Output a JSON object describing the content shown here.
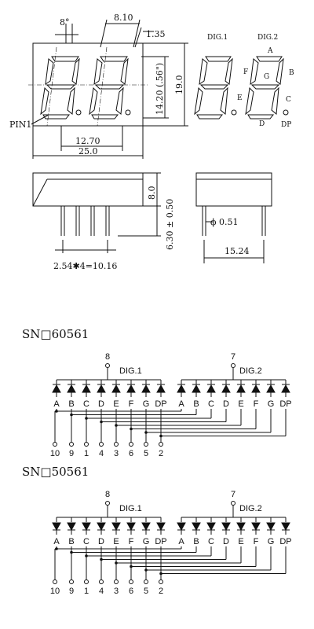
{
  "drawing": {
    "angle": "8°",
    "digit_pitch": "8.10",
    "segment_width": "1.35",
    "digit_height": "14.20 (.56\")",
    "body_height": "19.0",
    "dig1_label": "DIG.1",
    "dig2_label": "DIG.2",
    "seg_a": "A",
    "seg_b": "B",
    "seg_c": "C",
    "seg_d": "D",
    "seg_e": "E",
    "seg_f": "F",
    "seg_g": "G",
    "seg_dp": "DP",
    "pin1_label": "PIN1",
    "center_width": "12.70",
    "total_width": "25.0",
    "side_height": "8.0",
    "lead_length": "6.30 ± 0.50",
    "lead_diameter": "ϕ 0.51",
    "row_spacing": "15.24",
    "pin_pitch": "2.54✱4=10.16"
  },
  "schematics": [
    {
      "title": "SN□60561",
      "dig1_label": "DIG.1",
      "dig2_label": "DIG.2",
      "common1": "8",
      "common2": "7",
      "arrow": "up",
      "segments": [
        "A",
        "B",
        "C",
        "D",
        "E",
        "F",
        "G",
        "DP"
      ],
      "pins": [
        "10",
        "9",
        "1",
        "4",
        "3",
        "6",
        "5",
        "2"
      ]
    },
    {
      "title": "SN□50561",
      "dig1_label": "DIG.1",
      "dig2_label": "DIG.2",
      "common1": "8",
      "common2": "7",
      "arrow": "down",
      "segments": [
        "A",
        "B",
        "C",
        "D",
        "E",
        "F",
        "G",
        "DP"
      ],
      "pins": [
        "10",
        "9",
        "1",
        "4",
        "3",
        "6",
        "5",
        "2"
      ]
    }
  ]
}
